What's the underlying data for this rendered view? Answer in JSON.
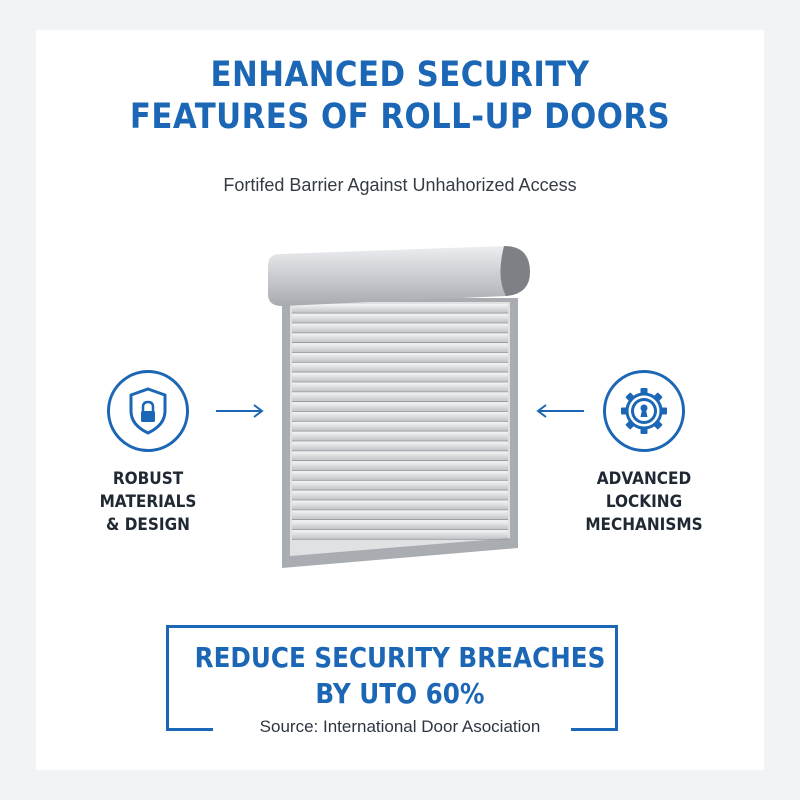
{
  "header": {
    "title_line1": "ENHANCED SECURITY",
    "title_line2": "FEATURES OF ROLL-UP DOORS",
    "subtitle": "Fortifed Barrier Against Unhahorized Access"
  },
  "features": {
    "left": {
      "icon": "shield-lock-icon",
      "label_line1": "ROBUST",
      "label_line2": "MATERIALS",
      "label_line3": "& DESIGN"
    },
    "right": {
      "icon": "gear-keyhole-icon",
      "label_line1": "ADVANCED",
      "label_line2": "LOCKING",
      "label_line3": "MECHANISMS"
    }
  },
  "stat": {
    "line1": "REDUCE SECURITY BREACHES",
    "line2": "BY UTO 60%",
    "source": "Source: International Door Asociation"
  },
  "colors": {
    "accent": "#1b67b5",
    "text_dark": "#1f2833",
    "background": "#ffffff",
    "door_metal": "#b8bbbf"
  }
}
